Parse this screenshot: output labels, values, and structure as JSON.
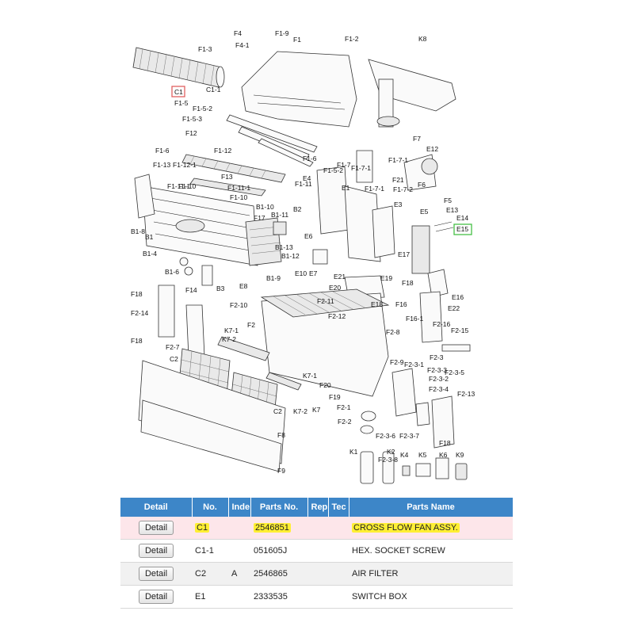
{
  "diagram": {
    "labels": [
      "C1",
      "C1-1",
      "F1-3",
      "F4",
      "F4-1",
      "F1-9",
      "F1",
      "F1-2",
      "K8",
      "F1-5",
      "F1-5-2",
      "F1-5-3",
      "F12",
      "F1-6",
      "F1-13",
      "F1-12-1",
      "F1-11-1",
      "F1-10",
      "F13",
      "F1-11-1",
      "F1-10",
      "F1-12",
      "F1-11",
      "F1-6",
      "F1-5-2",
      "F1-7",
      "F1-7-1",
      "F1-7-1",
      "F1-7-1",
      "F21",
      "F1-7-2",
      "F6",
      "F7",
      "E12",
      "E4",
      "E1",
      "E3",
      "E5",
      "F5",
      "E13",
      "E14",
      "E15",
      "B1-8",
      "B1",
      "B1-10",
      "B1-11",
      "B2",
      "F17",
      "B1-4",
      "B1-13",
      "B1-12",
      "B1-6",
      "B1-9",
      "E6",
      "E10",
      "E7",
      "E17",
      "E21",
      "E20",
      "E19",
      "E18",
      "F18",
      "F16",
      "F16-1",
      "E16",
      "E22",
      "F14",
      "B3",
      "E8",
      "F2-10",
      "F2-11",
      "F2-12",
      "F2",
      "F18",
      "F2-14",
      "F18",
      "F2-7",
      "K7-1",
      "K7-2",
      "F2-8",
      "F2-16",
      "F2-15",
      "F2-3",
      "C2",
      "F2-9",
      "F2-3-1",
      "F2-3-3",
      "F2-3-5",
      "F2-3-2",
      "F2-3-4",
      "F2-13",
      "K7-1",
      "F20",
      "F19",
      "F2-1",
      "F2-2",
      "C2",
      "K7-2",
      "K7",
      "F8",
      "F9",
      "F2-3-6",
      "F2-3-7",
      "F18",
      "F2-3-8",
      "K1",
      "K2",
      "K4",
      "K5",
      "K6",
      "K9"
    ],
    "highlight_red_label": "C1",
    "highlight_green_label": "E15"
  },
  "table": {
    "headers": [
      "Detail",
      "No.",
      "Inde",
      "Parts No.",
      "Rep",
      "Tec",
      "Parts Name"
    ],
    "rows": [
      {
        "detail": "Detail",
        "no": "C1",
        "index": "",
        "parts_no": "2546851",
        "rep": "",
        "tec": "",
        "name": "CROSS FLOW FAN ASSY."
      },
      {
        "detail": "Detail",
        "no": "C1-1",
        "index": "",
        "parts_no": "051605J",
        "rep": "",
        "tec": "",
        "name": "HEX. SOCKET SCREW"
      },
      {
        "detail": "Detail",
        "no": "C2",
        "index": "A",
        "parts_no": "2546865",
        "rep": "",
        "tec": "",
        "name": "AIR FILTER"
      },
      {
        "detail": "Detail",
        "no": "E1",
        "index": "",
        "parts_no": "2333535",
        "rep": "",
        "tec": "",
        "name": "SWITCH BOX"
      }
    ]
  },
  "colors": {
    "header_bg": "#3d86c8",
    "highlight_row": "#fde6ea",
    "highlight_text": "#ffef33",
    "callout_red": "#e06060",
    "callout_green": "#46c046"
  }
}
